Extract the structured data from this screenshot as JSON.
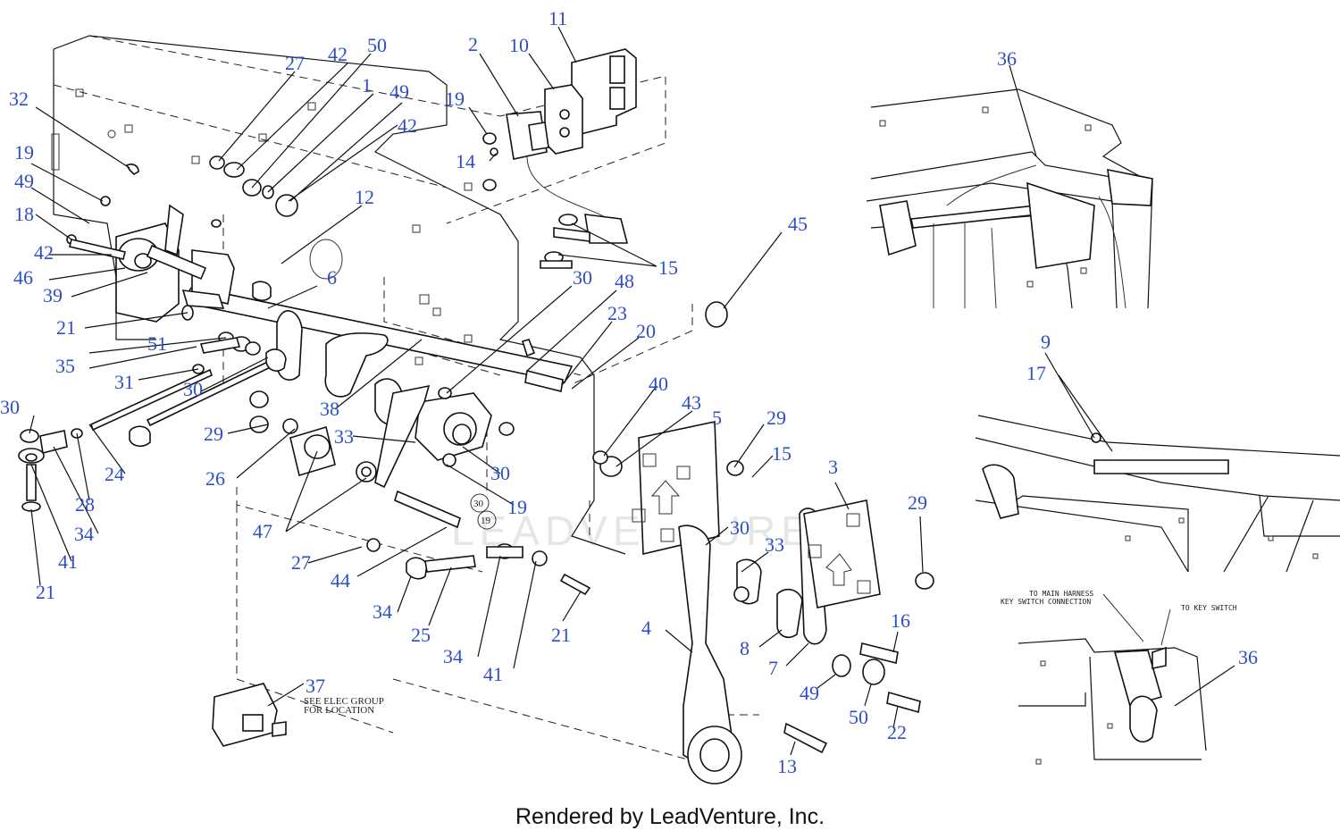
{
  "footer": "Rendered by LeadVenture, Inc.",
  "watermark": "LEADVENTURE",
  "colors": {
    "callout": "#2c4fc9",
    "line": "#111111"
  },
  "notes": {
    "elec_group_line1": "SEE ELEC GROUP",
    "elec_group_line2": "FOR LOCATION",
    "main_harness_line1": "TO MAIN HARNESS",
    "main_harness_line2": "KEY SWITCH CONNECTION",
    "key_switch": "TO KEY SWITCH"
  },
  "badges": [
    "30",
    "19"
  ],
  "callouts": [
    "27",
    "42",
    "50",
    "1",
    "49",
    "42",
    "32",
    "19",
    "49",
    "18",
    "42",
    "46",
    "39",
    "21",
    "51",
    "35",
    "31",
    "30",
    "24",
    "30",
    "28",
    "34",
    "41",
    "21",
    "2",
    "10",
    "11",
    "19",
    "14",
    "12",
    "6",
    "15",
    "45",
    "30",
    "48",
    "23",
    "20",
    "38",
    "33",
    "29",
    "26",
    "47",
    "30",
    "19",
    "40",
    "43",
    "5",
    "29",
    "15",
    "3",
    "29",
    "27",
    "44",
    "34",
    "25",
    "34",
    "41",
    "21",
    "30",
    "33",
    "4",
    "8",
    "7",
    "16",
    "49",
    "50",
    "22",
    "13",
    "37",
    "36",
    "9",
    "17",
    "36"
  ]
}
